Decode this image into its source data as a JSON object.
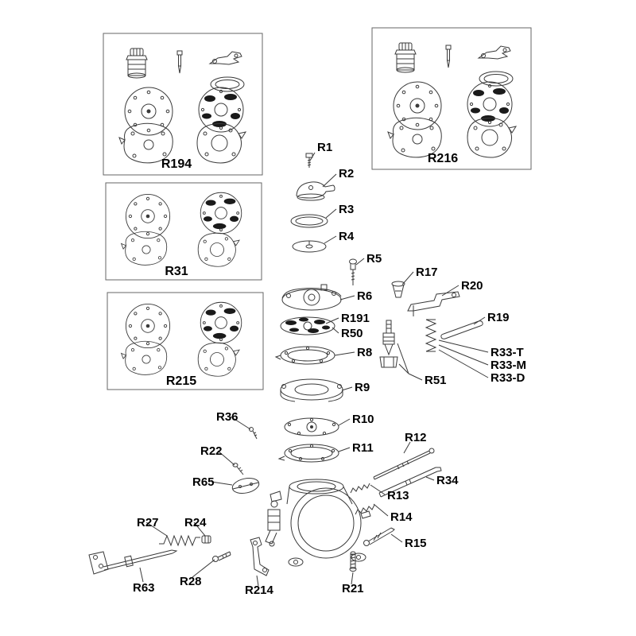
{
  "diagram": {
    "colors": {
      "background": "#ffffff",
      "line": "#3a3a3a",
      "box_border": "#666666",
      "text": "#000000"
    },
    "kit_boxes": {
      "R194": "R194",
      "R216": "R216",
      "R31": "R31",
      "R215": "R215"
    },
    "part_labels": {
      "R1": "R1",
      "R2": "R2",
      "R3": "R3",
      "R4": "R4",
      "R5": "R5",
      "R6": "R6",
      "R8": "R8",
      "R9": "R9",
      "R10": "R10",
      "R11": "R11",
      "R12": "R12",
      "R13": "R13",
      "R14": "R14",
      "R15": "R15",
      "R17": "R17",
      "R19": "R19",
      "R20": "R20",
      "R21": "R21",
      "R22": "R22",
      "R24": "R24",
      "R27": "R27",
      "R28": "R28",
      "R33-T": "R33-T",
      "R33-M": "R33-M",
      "R33-D": "R33-D",
      "R34": "R34",
      "R36": "R36",
      "R50": "R50",
      "R51": "R51",
      "R63": "R63",
      "R65": "R65",
      "R191": "R191",
      "R214": "R214"
    }
  }
}
